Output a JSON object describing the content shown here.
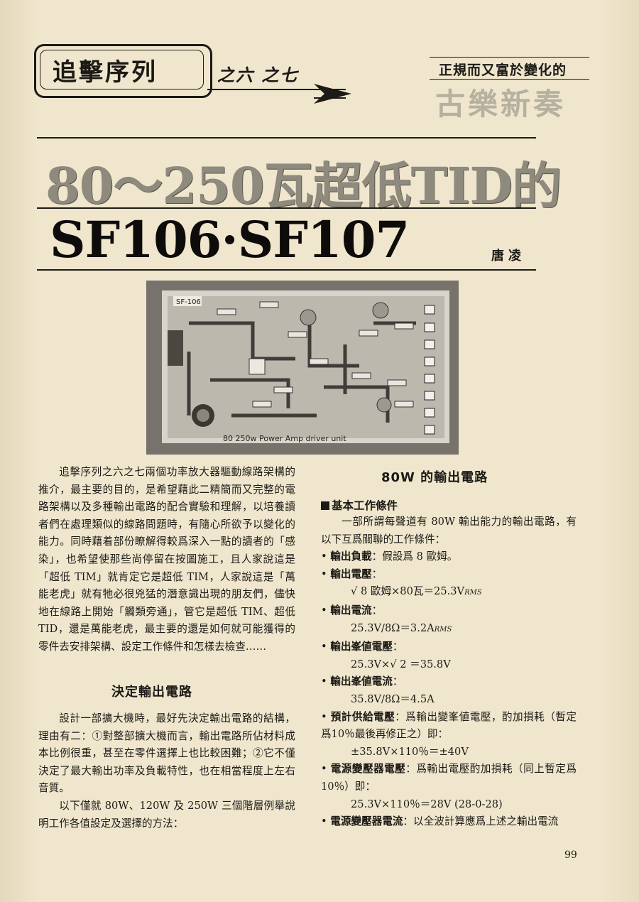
{
  "header": {
    "series_title": "追擊序列",
    "series_sub": "之六 之七",
    "tagline": "正規而又富於變化的",
    "column_title": "古樂新奏"
  },
  "headline": "80～250瓦超低TID的",
  "model_title": "SF106·SF107",
  "author": "唐凌",
  "photo": {
    "caption": "80 250w Power Amp driver unit",
    "board_label": "SF-106"
  },
  "left": {
    "intro": "追擊序列之六之七兩個功率放大器驅動線路架構的推介，最主要的目的，是希望藉此二精簡而又完整的電路架構以及多種輸出電路的配合實驗和理解，以培養讀者們在處理類似的線路問題時，有隨心所欲予以變化的能力。同時藉着部份瞭解得較爲深入一點的讀者的「感染」，也希望使那些尚停留在按圖施工，且人家說這是「超低 TIM」就肯定它是超低 TIM，人家說這是「萬能老虎」就有牠必很兇猛的潛意識出現的朋友們，儘快地在線路上開始「觸類旁通」，管它是超低 TIM、超低 TID，還是萬能老虎，最主要的還是如何就可能獲得的零件去安排架構、設定工作條件和怎樣去檢查……",
    "heading": "決定輸出電路",
    "para2": "設計一部擴大機時，最好先決定輸出電路的結構，理由有二：①對整部擴大機而言，輸出電路所佔材料成本比例很重，甚至在零件選擇上也比較困難；②它不僅決定了最大輸出功率及負載特性，也在相當程度上左右音質。",
    "para3": "以下僅就 80W、120W 及 250W 三個階層例舉說明工作各值設定及選擇的方法："
  },
  "right": {
    "heading": "80W 的輸出電路",
    "box_head": "基本工作條件",
    "intro": "一部所謂每聲道有 80W 輸出能力的輸出電路，有以下互爲關聯的工作條件：",
    "items": [
      {
        "label": "輸出負載",
        "text": "：假設爲 8 歐姆。"
      },
      {
        "label": "輸出電壓",
        "text": "："
      },
      {
        "label": "輸出電流",
        "text": "："
      },
      {
        "label": "輸出峯値電壓",
        "text": "："
      },
      {
        "label": "輸出峯値電流",
        "text": "："
      },
      {
        "label": "預計供給電壓",
        "text": "：爲輸出變峯値電壓，酌加損耗（暫定爲10％最後再修正之）即："
      },
      {
        "label": "電源變壓器電壓",
        "text": "：爲輸出電壓酌加損耗（同上暫定爲10％）即："
      },
      {
        "label": "電源變壓器電流",
        "text": "：以全波計算應爲上述之輸出電流"
      }
    ],
    "calc_voltage": "√ 8 歐姆×80瓦＝25.3V",
    "calc_voltage_unit": "RMS",
    "calc_current": "25.3V/8Ω＝3.2A",
    "calc_current_unit": "RMS",
    "calc_peak_v": "25.3V×√ 2 ＝35.8V",
    "calc_peak_i": "35.8V/8Ω＝4.5A",
    "calc_supply": "±35.8V×110％＝±40V",
    "calc_transformer": "25.3V×110％＝28V (28-0-28)"
  },
  "page_number": "99"
}
